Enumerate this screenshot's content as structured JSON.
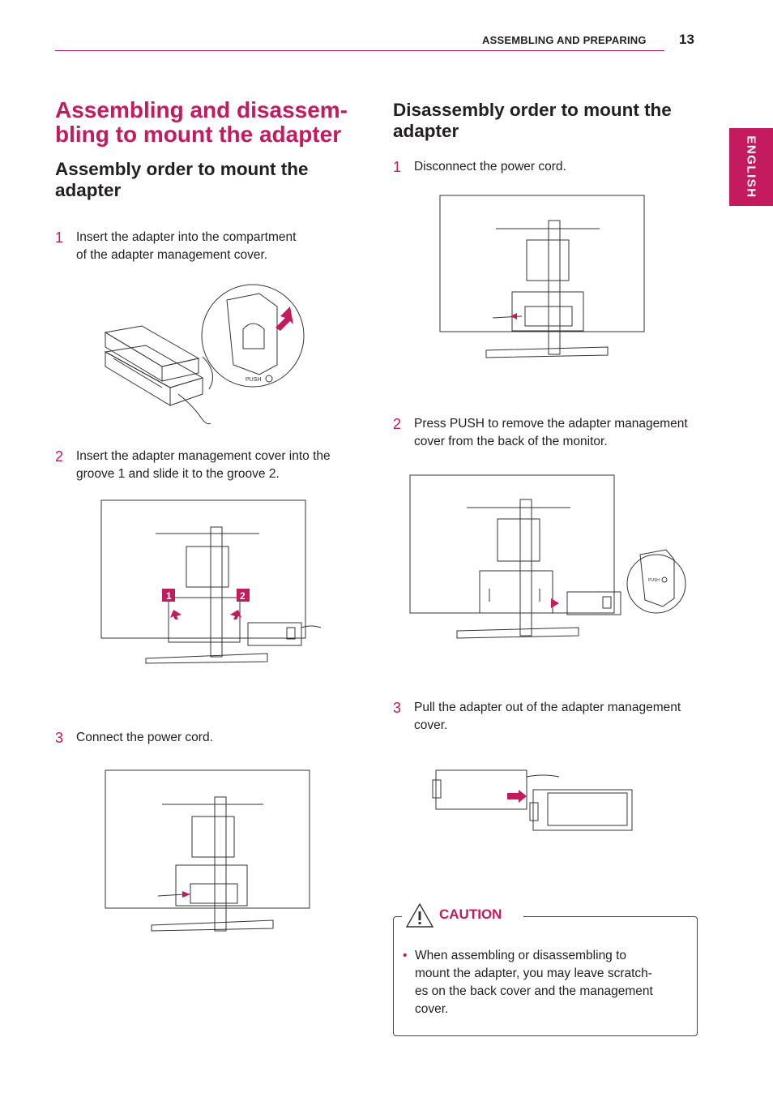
{
  "header": {
    "title": "ASSEMBLING AND PREPARING",
    "page_number": "13"
  },
  "language_tab": "ENGLISH",
  "main_title": {
    "line1": "Assembling and disassem-",
    "line2": "bling to mount the adapter"
  },
  "assembly": {
    "heading_line1": "Assembly order to mount the",
    "heading_line2": "adapter",
    "steps": [
      {
        "num": "1",
        "line1": "Insert the adapter into the compartment",
        "line2": "of the adapter management cover."
      },
      {
        "num": "2",
        "line1": "Insert the adapter management cover into the",
        "line2": "groove 1 and slide it to the groove 2."
      },
      {
        "num": "3",
        "line1": "Connect the power cord."
      }
    ],
    "figure1_label": "PUSH",
    "groove_labels": [
      "1",
      "2"
    ]
  },
  "disassembly": {
    "heading_line1": "Disassembly order to mount the",
    "heading_line2": "adapter",
    "steps": [
      {
        "num": "1",
        "line1": "Disconnect the power cord."
      },
      {
        "num": "2",
        "line1": "Press PUSH to remove the adapter management",
        "line2": "cover from the back of the monitor."
      },
      {
        "num": "3",
        "line1": "Pull the adapter out of the adapter management",
        "line2": "cover."
      }
    ],
    "figure2_label": "PUSH"
  },
  "caution": {
    "label": "CAUTION",
    "bullet": "•",
    "lines": [
      "When assembling or disassembling to",
      "mount the adapter, you may leave scratch-",
      "es on the back cover and the management",
      "cover."
    ]
  },
  "colors": {
    "accent": "#c41a5e",
    "text": "#231f20"
  }
}
